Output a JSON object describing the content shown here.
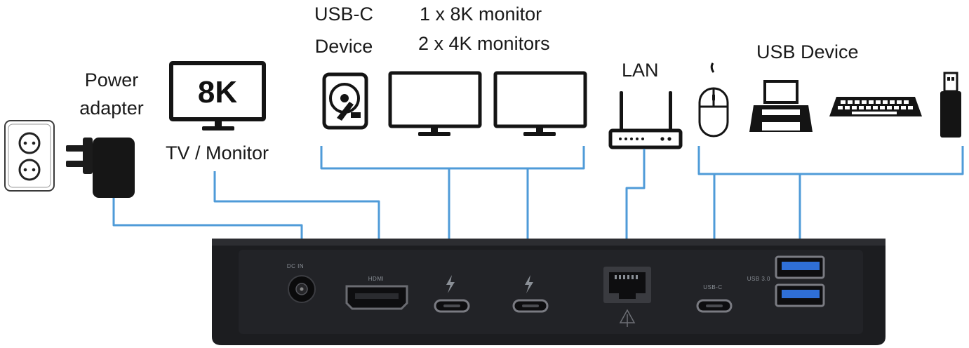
{
  "labels": {
    "power": [
      "Power",
      "adapter"
    ],
    "tv_monitor": "TV / Monitor",
    "usb_c": [
      "USB-C",
      "Device"
    ],
    "monitors": [
      "1 x 8K monitor",
      "2 x 4K monitors"
    ],
    "lan": "LAN",
    "usb_device": "USB Device"
  },
  "tv_badge": "8K",
  "port_labels": {
    "dc_in": "DC IN",
    "hdmi": "HDMI",
    "usb_c_data": "USB-C",
    "usb_a": "USB 3.0"
  },
  "colors": {
    "cable": "#4f9bd8",
    "dock": "#1c1d20",
    "icon": "#141414",
    "usb_a_tongue": "#2f6fd6"
  },
  "icons": [
    "wall-socket-icon",
    "power-adapter-icon",
    "tv-monitor-icon",
    "hard-drive-icon",
    "monitor-icon",
    "router-icon",
    "mouse-icon",
    "printer-icon",
    "keyboard-icon",
    "usb-stick-icon"
  ]
}
